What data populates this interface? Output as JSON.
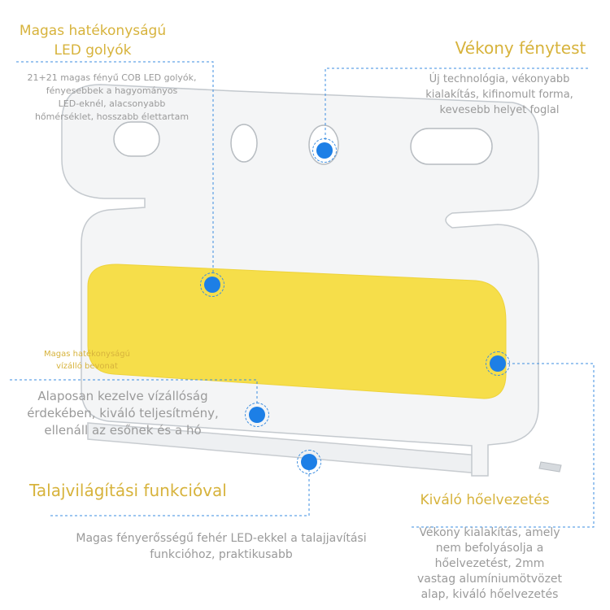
{
  "colors": {
    "gold": "#d7b33c",
    "blue": "#1d7fe6",
    "gray_text": "#9a9a9a",
    "led_yellow": "#f6de4a"
  },
  "callouts": {
    "led_beads": {
      "title_line1": "Magas hatékonyságú",
      "title_line2": "LED golyók",
      "desc_lines": [
        "21+21 magas fényű COB LED golyók,",
        "fényesebbek a hagyományos",
        "LED-eknél, alacsonyabb",
        "hőmérséklet, hosszabb élettartam"
      ]
    },
    "thin_body": {
      "title": "Vékony fénytest",
      "desc_lines": [
        "Új technológia, vékonyabb",
        "kialakítás, kifinomult forma,",
        "kevesebb helyet foglal"
      ]
    },
    "waterproof": {
      "title_line1": "Magas hatékonyságú",
      "title_line2": "vízálló bevonat",
      "desc_lines": [
        "Alaposan kezelve vízállóság",
        "érdekében, kiváló teljesítmény,",
        "ellenáll az esőnek és a hó"
      ]
    },
    "ground_light": {
      "title": "Talajvilágítási funkcióval",
      "desc_lines": [
        "Magas fényerősségű fehér LED-ekkel a talajjavítási",
        "funkcióhoz, praktikusabb"
      ]
    },
    "heat": {
      "title": "Kiváló hőelvezetés",
      "desc_lines": [
        "Vékony kialakítás, amely",
        "nem befolyásolja a",
        "hőelvezetést, 2mm",
        "vastag alumíniumötvözet",
        "alap, kiváló hőelvezetés"
      ]
    }
  }
}
